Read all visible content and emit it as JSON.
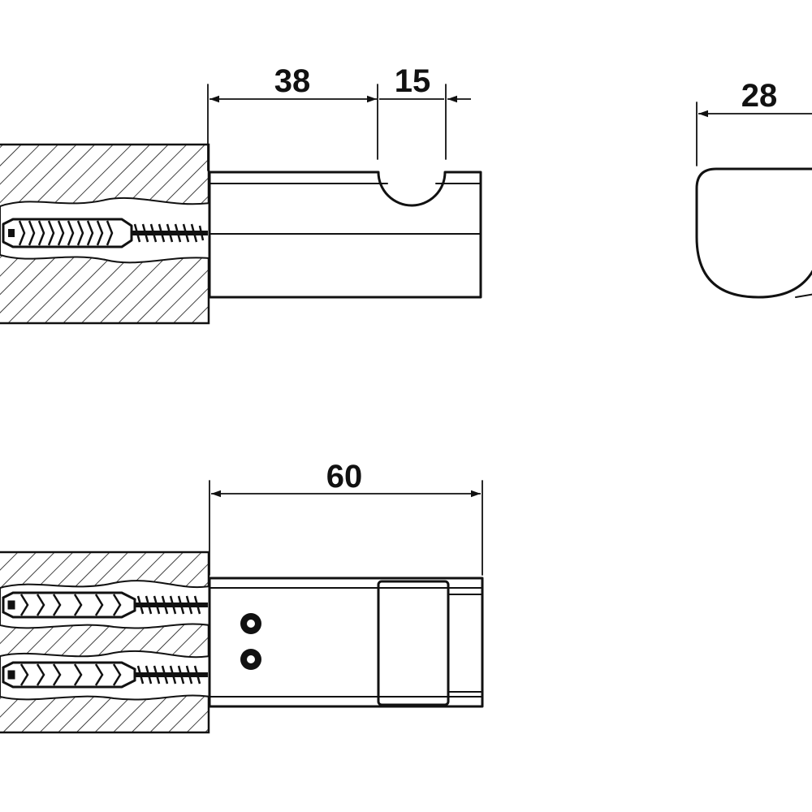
{
  "dimensions": {
    "top_depth": "38",
    "notch_width": "15",
    "side_width": "28",
    "bottom_length": "60"
  },
  "colors": {
    "line": "#111111",
    "background": "#ffffff"
  }
}
